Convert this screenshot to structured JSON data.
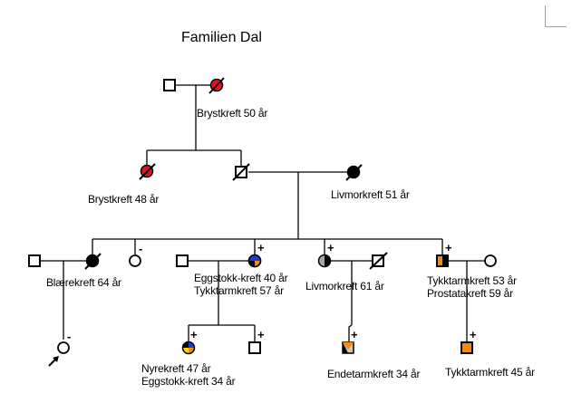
{
  "title": "Familien Dal",
  "colors": {
    "breast_cancer": "#e8111b",
    "ovarian_cancer": "#1f3bd6",
    "colon_cancer": "#f58a0c",
    "kidney_cancer": "#ffd800",
    "rectal_cancer_gray": "#c8c8c8",
    "uterine_cancer_gray": "#a8a8a8",
    "line": "#000000"
  },
  "legend_marks": {
    "positive": "+",
    "negative": "-"
  },
  "generations": [
    {
      "id": "I",
      "members": [
        {
          "id": "I-1",
          "sex": "male",
          "deceased": false,
          "affected": []
        },
        {
          "id": "I-2",
          "sex": "female",
          "deceased": true,
          "affected": [
            "breast"
          ],
          "label": [
            "Brystkreft 50 år"
          ]
        }
      ]
    },
    {
      "id": "II",
      "members": [
        {
          "id": "II-1",
          "sex": "female",
          "deceased": true,
          "affected": [
            "breast"
          ],
          "label": [
            "Brystkreft 48 år"
          ]
        },
        {
          "id": "II-2",
          "sex": "male",
          "deceased": true,
          "affected": []
        },
        {
          "id": "II-3",
          "sex": "female",
          "deceased": true,
          "affected": [
            "uterine"
          ],
          "label": [
            "Livmorkreft 51 år"
          ]
        }
      ]
    },
    {
      "id": "III",
      "members": [
        {
          "id": "III-1",
          "sex": "male",
          "deceased": false,
          "affected": []
        },
        {
          "id": "III-2",
          "sex": "female",
          "deceased": true,
          "affected": [
            "bladder"
          ],
          "label": [
            "Blærekreft 64 år"
          ]
        },
        {
          "id": "III-3",
          "sex": "female",
          "deceased": false,
          "affected": [],
          "test": "-"
        },
        {
          "id": "III-4",
          "sex": "male",
          "deceased": false,
          "affected": []
        },
        {
          "id": "III-5",
          "sex": "female",
          "deceased": false,
          "affected": [
            "ovarian",
            "colon"
          ],
          "test": "+",
          "label": [
            "Eggstokk-kreft 40 år",
            "Tykktarmkreft 57 år"
          ]
        },
        {
          "id": "III-6",
          "sex": "female",
          "deceased": false,
          "affected": [
            "uterine"
          ],
          "test": "+",
          "label": [
            "Livmorkreft 61 år"
          ]
        },
        {
          "id": "III-7",
          "sex": "male",
          "deceased": true,
          "affected": []
        },
        {
          "id": "III-8",
          "sex": "male",
          "deceased": false,
          "affected": [
            "colon",
            "prostate"
          ],
          "test": "+",
          "label": [
            "Tykktarmkreft 53 år",
            "Prostatakreft 59 år"
          ]
        },
        {
          "id": "III-9",
          "sex": "female",
          "deceased": false,
          "affected": []
        }
      ]
    },
    {
      "id": "IV",
      "members": [
        {
          "id": "IV-1",
          "sex": "female",
          "deceased": false,
          "affected": [],
          "test": "-",
          "proband": true
        },
        {
          "id": "IV-2",
          "sex": "female",
          "deceased": false,
          "affected": [
            "ovarian",
            "colon",
            "kidney"
          ],
          "test": "+",
          "label": [
            "Nyrekreft 47 år",
            "Eggstokk-kreft 34 år"
          ]
        },
        {
          "id": "IV-3",
          "sex": "male",
          "deceased": false,
          "affected": [],
          "test": "+"
        },
        {
          "id": "IV-4",
          "sex": "male",
          "deceased": false,
          "affected": [
            "rectal"
          ],
          "test": "+",
          "label": [
            "Endetarmkreft 34 år"
          ]
        },
        {
          "id": "IV-5",
          "sex": "male",
          "deceased": false,
          "affected": [
            "colon"
          ],
          "test": "+",
          "label": [
            "Tykktarmkreft 45 år"
          ]
        }
      ]
    }
  ]
}
